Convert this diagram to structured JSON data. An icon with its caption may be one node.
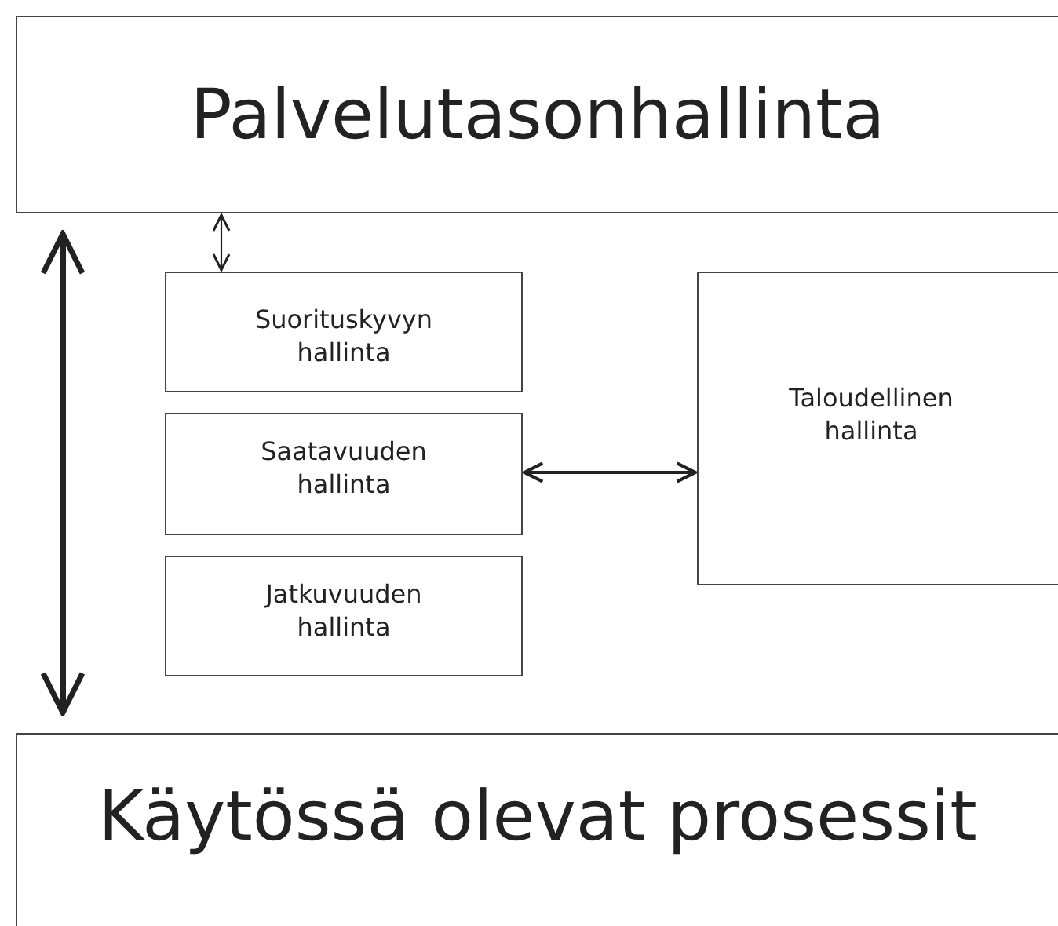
{
  "diagram": {
    "nodes": [
      {
        "text": [
          "Palvelutasonhallinta"
        ]
      },
      {
        "text": [
          "Suorituskyvyn hallinta"
        ]
      },
      {
        "text": [
          "Saatavuuden hallinta"
        ]
      },
      {
        "text": [
          "Jatkuvuuden hallinta"
        ]
      },
      {
        "text": [
          "Taloudellinen hallinta"
        ]
      },
      {
        "text": [
          "Käytössä olevat prosessit"
        ]
      }
    ],
    "edges": [
      {
        "from": 0,
        "to": 1,
        "arrow": "both"
      },
      {
        "from": 2,
        "to": 4,
        "arrow": "both"
      },
      {
        "from": 0,
        "to": 5,
        "arrow": "both",
        "style": "thick"
      }
    ]
  }
}
